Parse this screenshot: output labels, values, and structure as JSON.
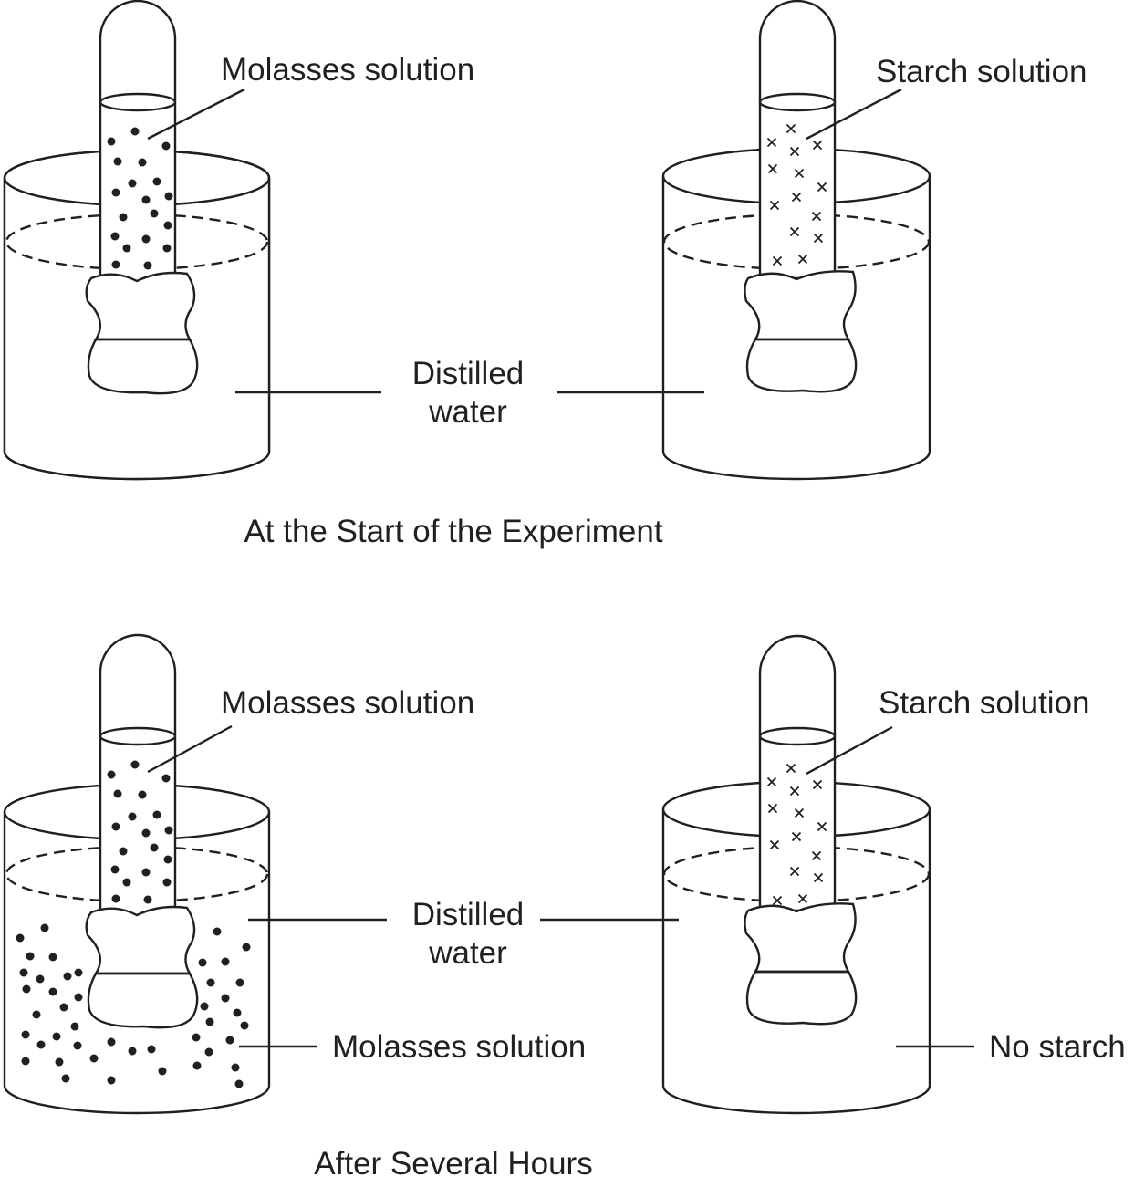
{
  "colors": {
    "ink": "#231f20",
    "background": "#ffffff"
  },
  "start": {
    "caption": "At the Start of the Experiment",
    "left_tube_label": "Molasses solution",
    "right_tube_label": "Starch solution",
    "water_label_line1": "Distilled",
    "water_label_line2": "water"
  },
  "after": {
    "caption": "After Several Hours",
    "left_tube_label": "Molasses solution",
    "right_tube_label": "Starch solution",
    "water_label_line1": "Distilled",
    "water_label_line2": "water",
    "left_beaker_label": "Molasses solution",
    "right_beaker_label": "No starch"
  }
}
